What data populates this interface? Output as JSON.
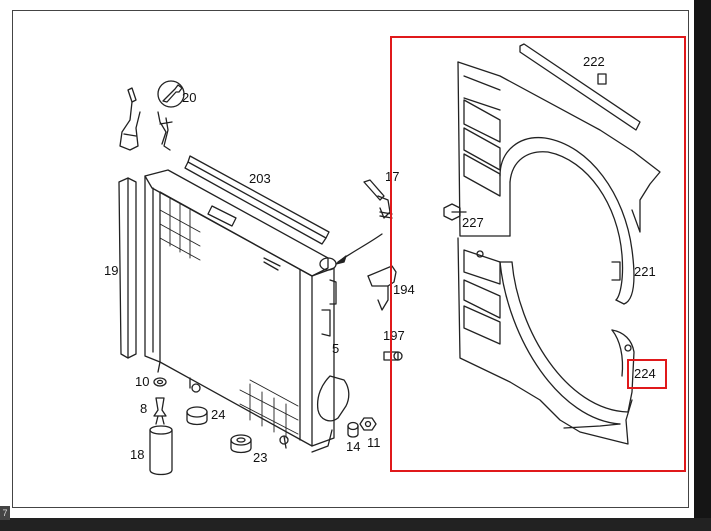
{
  "document": {
    "corner_number": "7",
    "highlight_color": "#e0191b"
  },
  "labels": {
    "l20": "20",
    "l203": "203",
    "l17": "17",
    "l19": "19",
    "l194": "194",
    "l197": "197",
    "l5": "5",
    "l10": "10",
    "l8": "8",
    "l24": "24",
    "l23": "23",
    "l18": "18",
    "l14": "14",
    "l11": "11",
    "l222": "222",
    "l227": "227",
    "l221": "221",
    "l224": "224"
  }
}
